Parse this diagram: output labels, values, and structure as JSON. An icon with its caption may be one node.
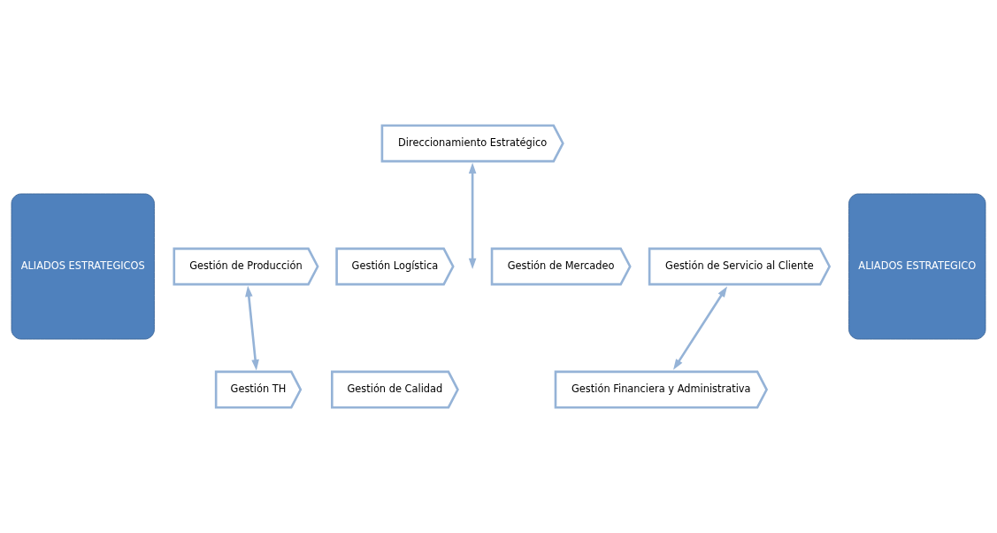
{
  "diagram": {
    "nodes": [
      {
        "text": [
          "ALIADOS ESTRATEGICOS"
        ]
      },
      {
        "text": [
          "Direccionamiento Estratégico"
        ]
      },
      {
        "text": [
          "Gestión de Producción"
        ]
      },
      {
        "text": [
          "Gestión Logística"
        ]
      },
      {
        "text": [
          "Gestión de Mercadeo"
        ]
      },
      {
        "text": [
          "Gestión de Servicio al Cliente"
        ]
      },
      {
        "text": [
          "Gestión TH"
        ]
      },
      {
        "text": [
          "Gestión de Calidad"
        ]
      },
      {
        "text": [
          "Gestión Financiera y Administrativa"
        ]
      },
      {
        "text": [
          "ALIADOS ESTRATEGICO"
        ]
      }
    ],
    "edges": [
      {
        "from": 1,
        "to": null,
        "arrow": "both"
      },
      {
        "from": 2,
        "to": 6,
        "arrow": "both"
      },
      {
        "from": 5,
        "to": 8,
        "arrow": "both"
      }
    ]
  }
}
